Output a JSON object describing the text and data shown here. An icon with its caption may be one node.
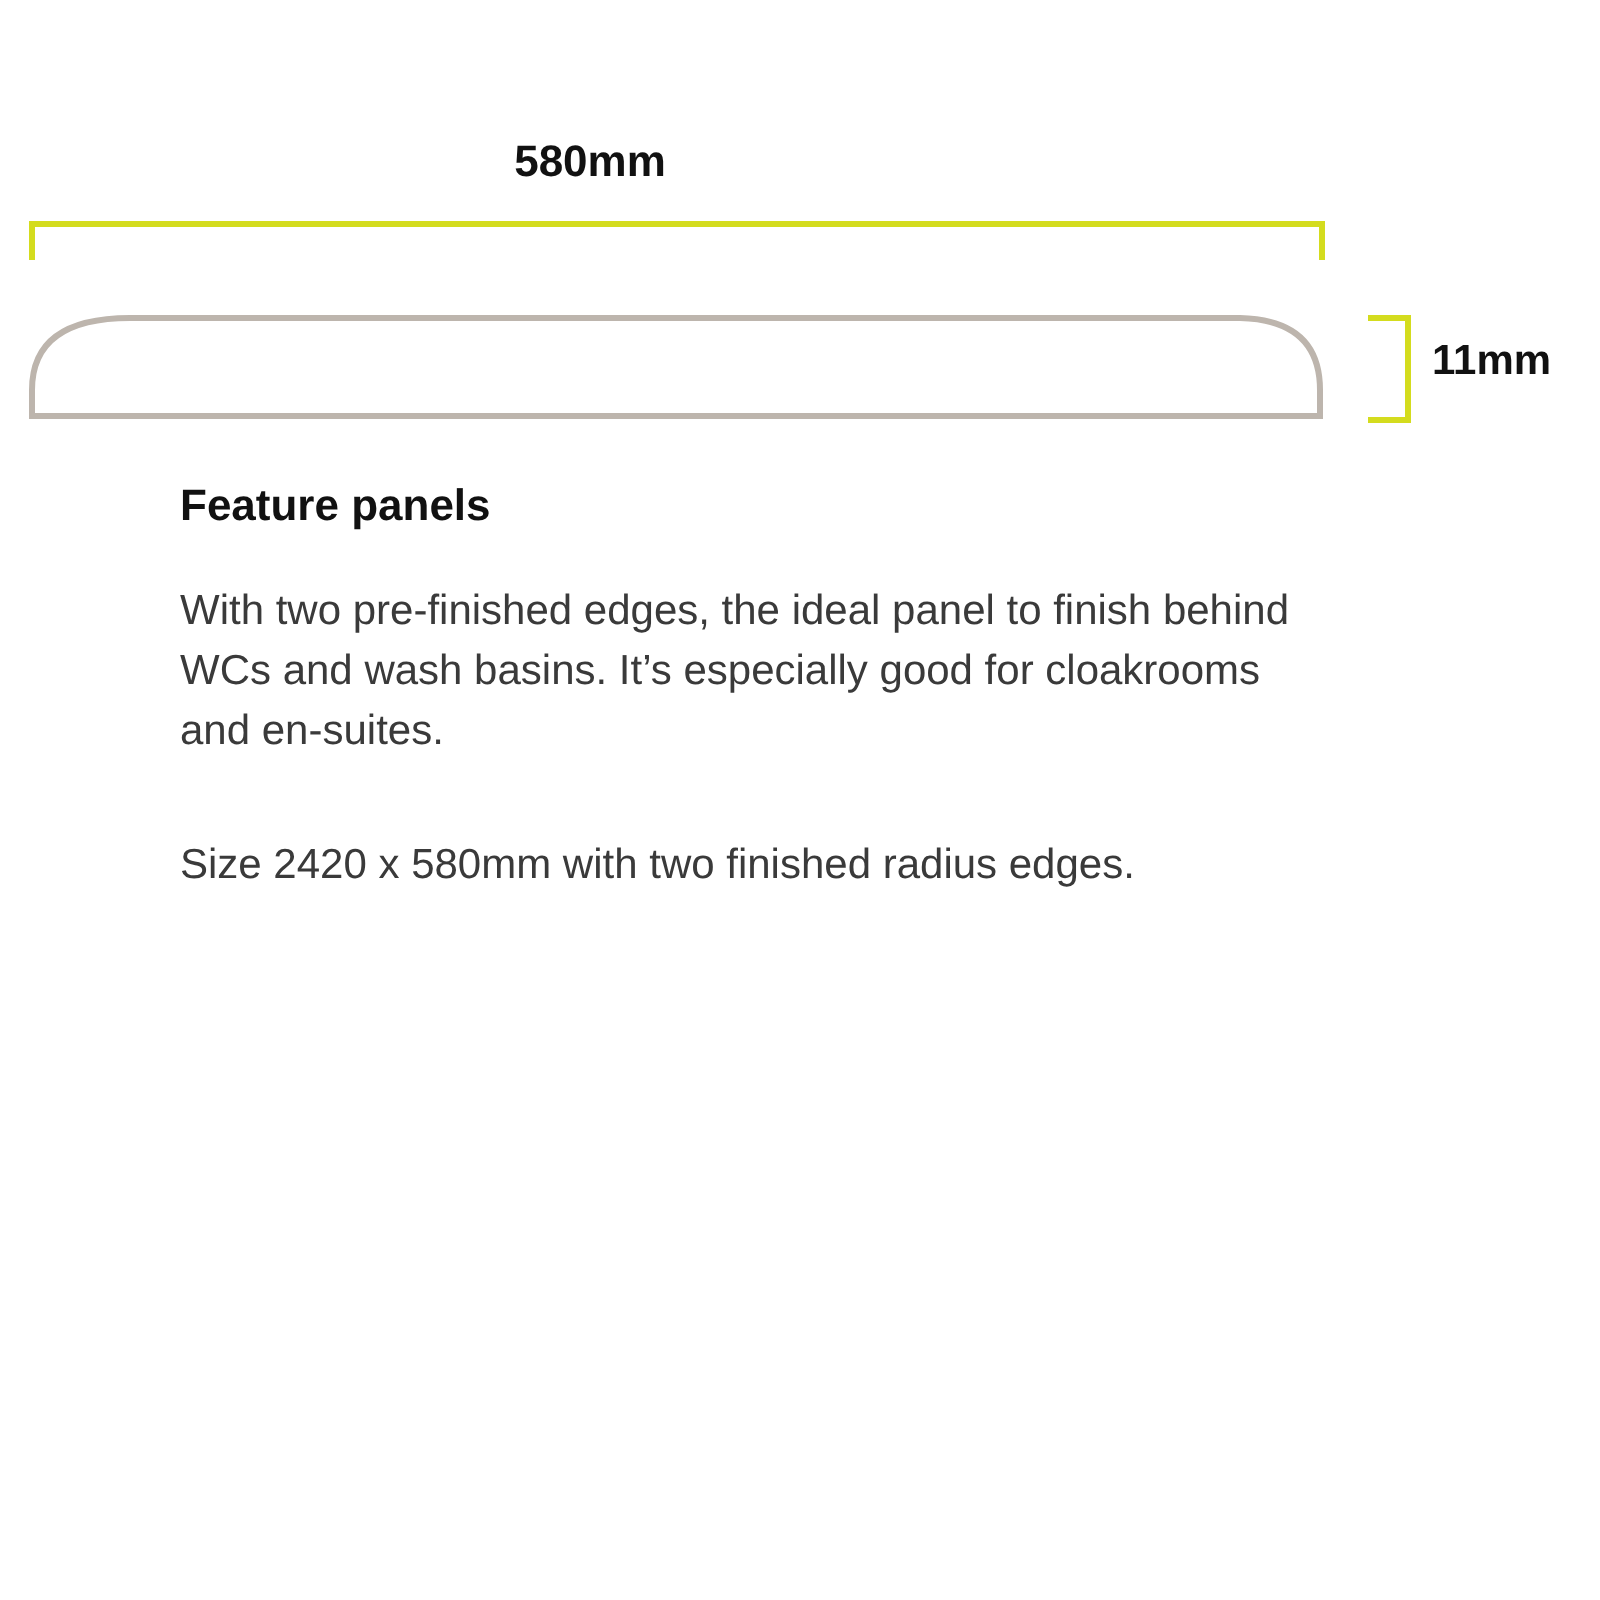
{
  "diagram": {
    "title": "Feature panels",
    "labels": [
      "580mm",
      "11mm",
      "With two pre-finished edges, the ideal panel to finish behind WCs and wash basins. It’s especially good for cloakrooms and en-suites.",
      "Size 2420 x 580mm with two finished radius edges."
    ]
  }
}
